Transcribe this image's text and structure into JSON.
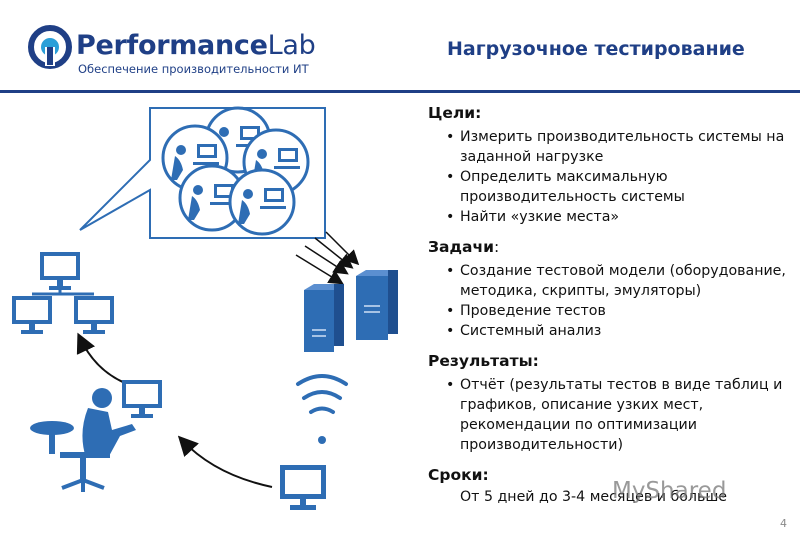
{
  "header": {
    "logo_brand_bold": "Performance",
    "logo_brand_light": "Lab",
    "logo_subtitle": "Обеспечение производительности ИТ",
    "slide_title": "Нагрузочное тестирование"
  },
  "sections": {
    "goals": {
      "heading": "Цели:",
      "items": [
        "Измерить производительность системы на заданной нагрузке",
        "Определить максимальную производительность системы",
        "Найти «узкие места»"
      ]
    },
    "tasks": {
      "heading": "Задачи",
      "heading_colon": ":",
      "items": [
        "Создание тестовой модели (оборудование, методика, скрипты, эмуляторы)",
        "Проведение тестов",
        "Системный анализ"
      ]
    },
    "results": {
      "heading": "Результаты:",
      "items": [
        "Отчёт (результаты тестов в виде таблиц и графиков, описание узких мест, рекомендации по оптимизации производительности)"
      ]
    },
    "terms": {
      "heading": "Сроки:",
      "text": "От 5 дней до 3-4 месяцев и больше"
    }
  },
  "page_number": "4",
  "watermark": "MyShared",
  "colors": {
    "brand_blue": "#1f3f86",
    "icon_blue": "#2e6db4",
    "logo_cyan": "#2a9fd8"
  },
  "icons": [
    "logo-mark",
    "user-group-bubble",
    "network-computers",
    "worker-at-desk",
    "servers",
    "wifi-signal",
    "monitor"
  ]
}
